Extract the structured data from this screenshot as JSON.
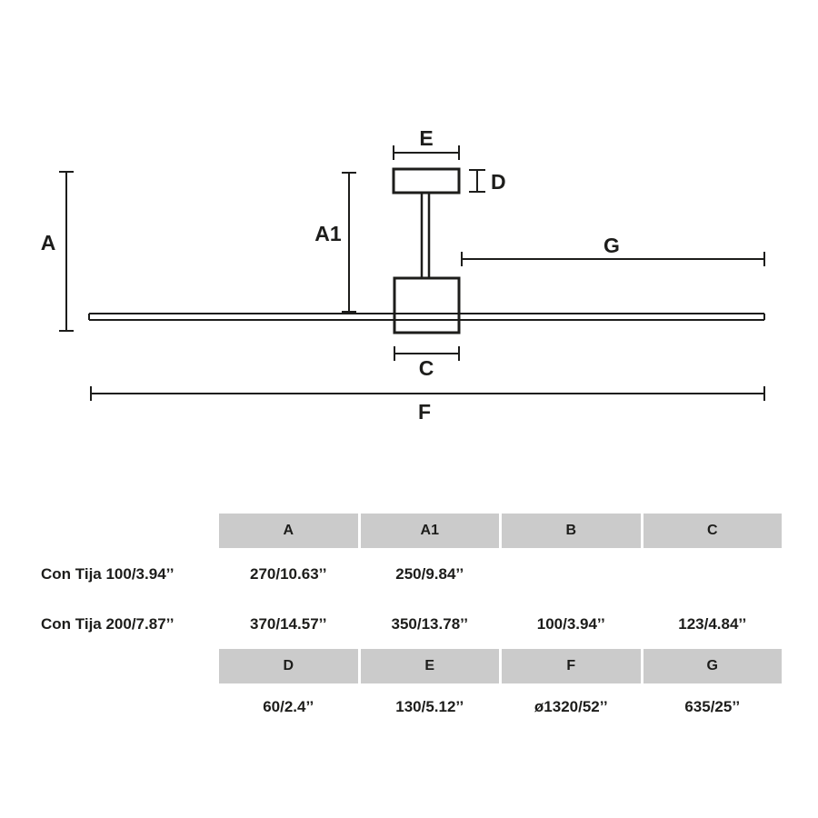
{
  "colors": {
    "header_bg": "#cbcbcb",
    "line": "#1d1d1b"
  },
  "diagram": {
    "labels": {
      "A": "A",
      "A1": "A1",
      "C": "C",
      "D": "D",
      "E": "E",
      "F": "F",
      "G": "G"
    }
  },
  "table": {
    "headers_top": [
      "A",
      "A1",
      "B",
      "C"
    ],
    "headers_bottom": [
      "D",
      "E",
      "F",
      "G"
    ],
    "rows": [
      {
        "label": "Con Tija 100/3.94’’",
        "values": [
          "270/10.63’’",
          "250/9.84’’",
          "",
          ""
        ]
      },
      {
        "label": "Con Tija 200/7.87’’",
        "values": [
          "370/14.57’’",
          "350/13.78’’",
          "100/3.94’’",
          "123/4.84’’"
        ]
      },
      {
        "label": "",
        "values": [
          "60/2.4’’",
          "130/5.12’’",
          "ø1320/52’’",
          "635/25’’"
        ]
      }
    ]
  }
}
